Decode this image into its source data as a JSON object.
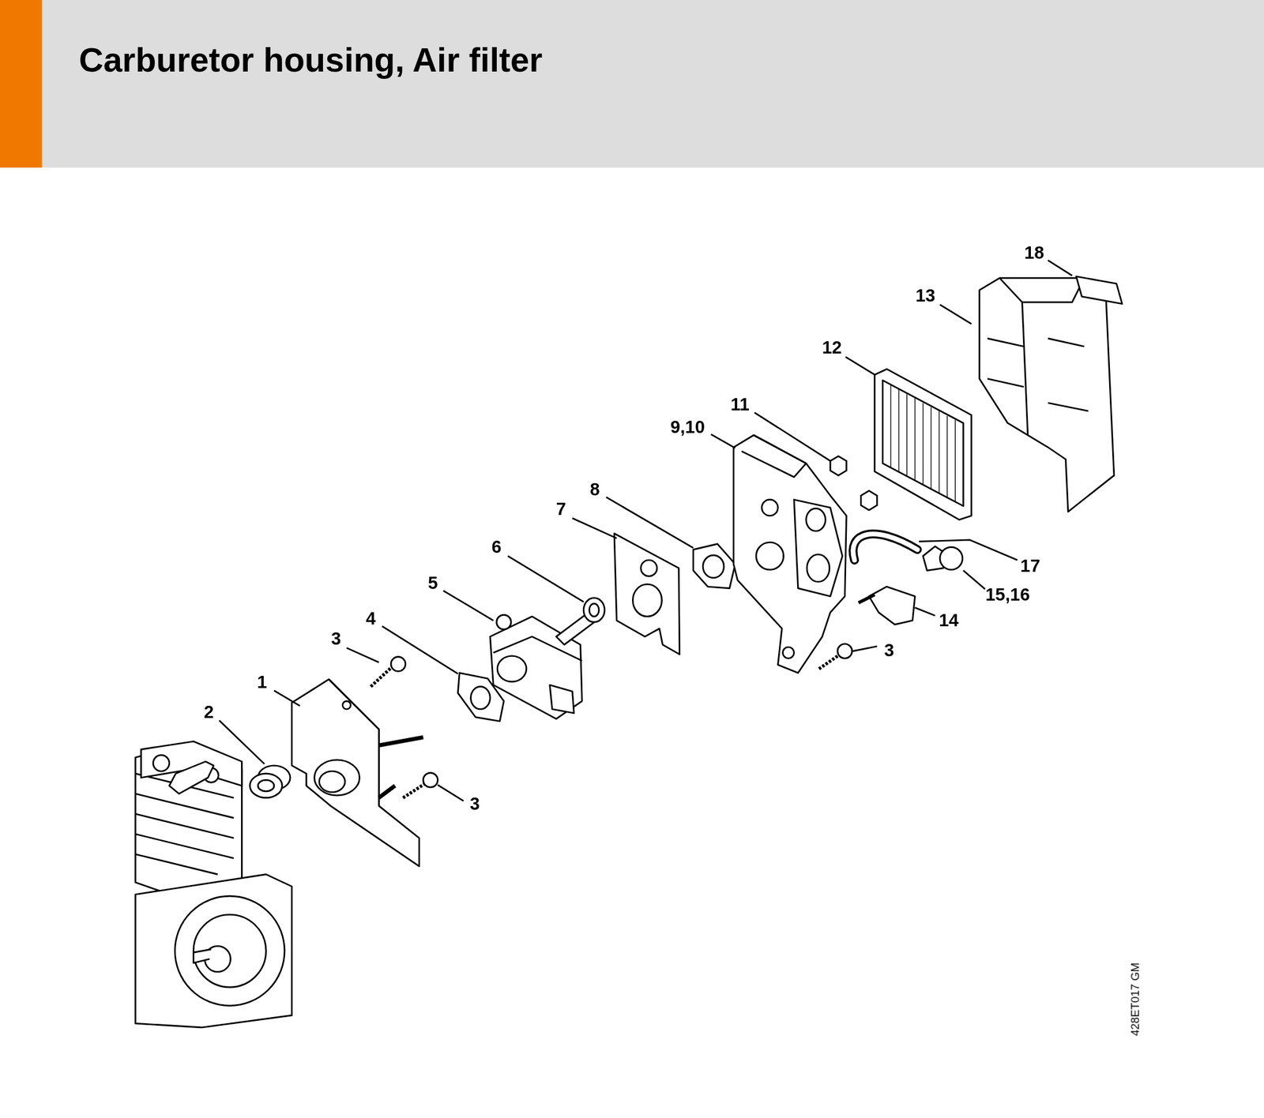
{
  "diagram": {
    "title": "Carburetor housing, Air filter",
    "labels": [
      "18",
      "13",
      "12",
      "11",
      "9,10",
      "8",
      "7",
      "6",
      "5",
      "4",
      "3",
      "1",
      "2",
      "3",
      "3",
      "17",
      "15,16",
      "14",
      "428ET017 GM"
    ]
  }
}
